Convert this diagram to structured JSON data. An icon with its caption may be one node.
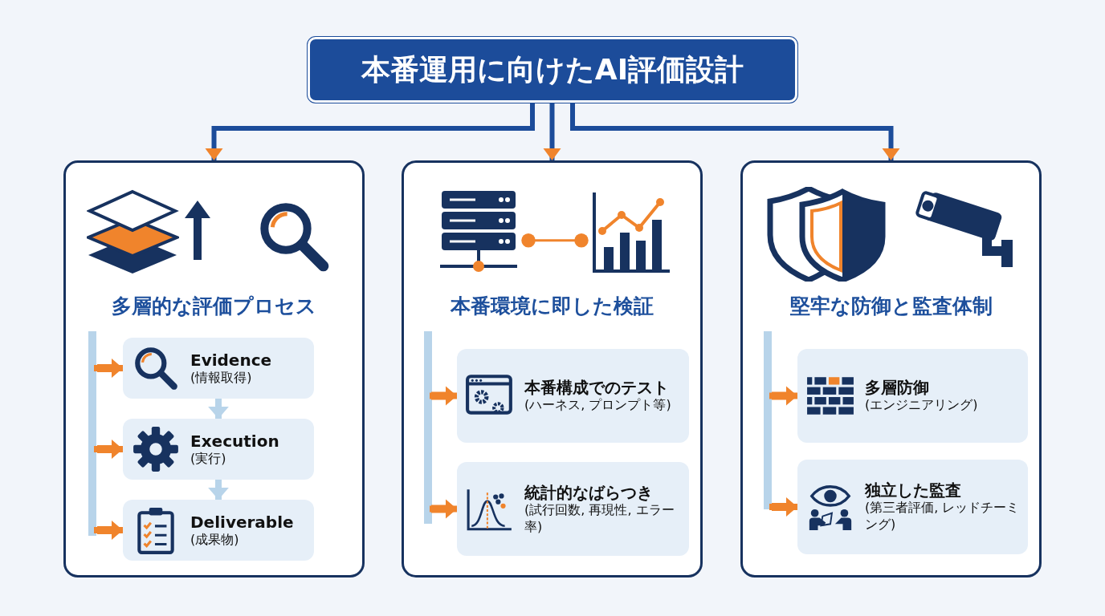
{
  "diagram": {
    "nodes": [
      {
        "text": [
          "本番運用に向けたAI評価設計"
        ]
      },
      {
        "text": [
          "多層的な評価プロセス"
        ]
      },
      {
        "text": [
          "Evidence",
          "(情報取得)"
        ],
        "in": 1
      },
      {
        "text": [
          "Execution",
          "(実行)"
        ],
        "in": 1
      },
      {
        "text": [
          "Deliverable",
          "(成果物)"
        ],
        "in": 1
      },
      {
        "text": [
          "本番環境に即した検証"
        ]
      },
      {
        "text": [],
        "shape": "picture",
        "in": 5
      },
      {
        "text": [],
        "shape": "picture",
        "in": 5
      },
      {
        "text": [
          "本番構成でのテスト",
          "(ハーネス, プロンプト等)"
        ],
        "in": 5
      },
      {
        "text": [
          "統計的なばらつき",
          "(試行回数, 再現性, エラー率)"
        ],
        "in": 5
      },
      {
        "text": [
          "堅牢な防御と監査体制"
        ]
      },
      {
        "text": [
          "多層防御",
          "(エンジニアリング)"
        ],
        "in": 10
      },
      {
        "text": [
          "独立した監査",
          "(第三者評価, レッドチーミング)"
        ],
        "in": 10
      }
    ],
    "edges": [
      {
        "from": 0,
        "to": 1,
        "arrow": "to",
        "color": "#1c4c9a"
      },
      {
        "from": 0,
        "to": 5,
        "arrow": "to",
        "color": "#1c4c9a"
      },
      {
        "from": 0,
        "to": 10,
        "arrow": "to",
        "color": "#1c4c9a"
      },
      {
        "from": null,
        "to": 2,
        "arrow": "to"
      },
      {
        "from": null,
        "to": 3,
        "arrow": "to"
      },
      {
        "from": null,
        "to": 4,
        "arrow": "to"
      },
      {
        "from": 2,
        "to": 3,
        "arrow": "to",
        "color": "#b8d4ea"
      },
      {
        "from": 3,
        "to": 4,
        "arrow": "to",
        "color": "#b8d4ea"
      },
      {
        "from": 6,
        "to": 7,
        "arrow": "other",
        "color": "#f0842c"
      },
      {
        "from": null,
        "to": 8,
        "arrow": "to"
      },
      {
        "from": null,
        "to": 9,
        "arrow": "to"
      },
      {
        "from": null,
        "to": 11,
        "arrow": "to"
      },
      {
        "from": null,
        "to": 12,
        "arrow": "to"
      }
    ]
  }
}
